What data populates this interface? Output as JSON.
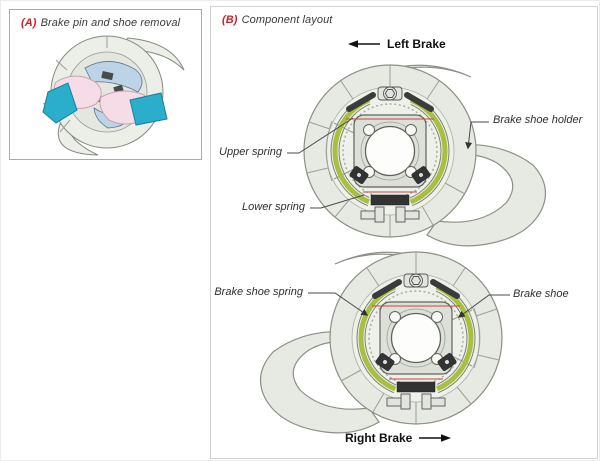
{
  "panel_a": {
    "tag": "(A)",
    "title": "Brake pin and shoe removal"
  },
  "panel_b": {
    "tag": "(B)",
    "title": "Component layout",
    "left_brake": "Left Brake",
    "right_brake": "Right Brake",
    "labels": {
      "upper_spring": "Upper spring",
      "lower_spring": "Lower spring",
      "brake_shoe_holder": "Brake shoe holder",
      "brake_shoe_spring": "Brake shoe spring",
      "brake_shoe": "Brake shoe"
    }
  },
  "colors": {
    "accent_red": "#cc2127",
    "shoe_green": "#a9bf3f",
    "sleeve_teal": "#2aaecb",
    "hand_pink": "#f5dce6",
    "plate_fill": "#e7eae3",
    "plate_stroke": "#8a9085"
  }
}
